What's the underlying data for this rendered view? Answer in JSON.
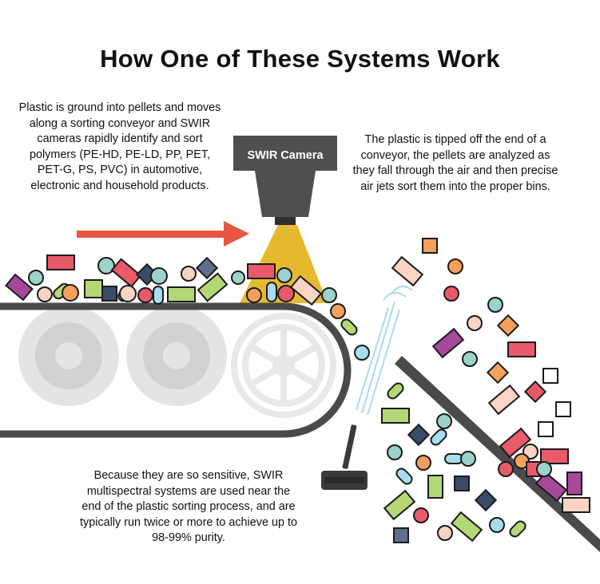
{
  "diagram": {
    "title": "How One of These Systems Work",
    "camera_label": "SWIR Camera",
    "text_left": "Plastic is ground into pellets and moves along a sorting conveyor and SWIR cameras rapidly identify and sort polymers (PE-HD, PE-LD, PP, PET, PET-G, PS, PVC) in automotive, electronic and household products.",
    "text_right": "The plastic is tipped off the end of a conveyor, the pellets are analyzed as they fall through the air and then precise air jets sort them into the proper bins.",
    "text_bottom": "Because they are so sensitive, SWIR multispectral systems are used near the end of the plastic sorting process, and are typically run twice or more to achieve up to 98-99% purity."
  },
  "colors": {
    "pink": "#e85a6a",
    "peach": "#f9d3c3",
    "orange": "#f5a05c",
    "green": "#b5d876",
    "teal": "#9cd2c8",
    "purple": "#a7489a",
    "navy": "#3b4a66",
    "slate": "#5e6e8e",
    "dark_green": "#6f8a3c",
    "light_blue": "#a9dcec",
    "beam": "#e7b92f",
    "camera": "#4f4f52",
    "arrow": "#e65640",
    "belt": "#4a4a4d",
    "wheel": "#e4e4e4"
  }
}
